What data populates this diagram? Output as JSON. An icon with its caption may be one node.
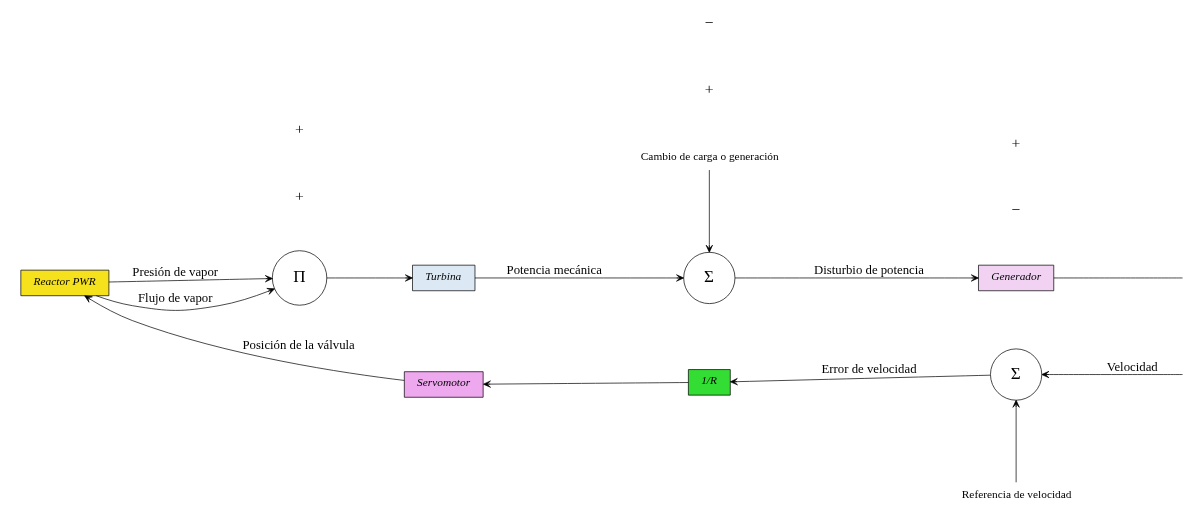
{
  "diagram": {
    "nodes": [
      {
        "text": [
          "Π"
        ]
      },
      {
        "text": [
          "Turbina"
        ]
      },
      {
        "text": [
          "Σ"
        ]
      },
      {
        "text": [
          "Generador"
        ]
      },
      {
        "text": [
          "Reactor PWR"
        ]
      },
      {
        "text": [
          "Servomotor"
        ]
      },
      {
        "text": [
          "1/R"
        ]
      },
      {
        "text": [
          "Σ"
        ]
      },
      {
        "text": [
          "Cambio de carga o generación"
        ]
      },
      {
        "text": [
          "Referencia de velocidad"
        ]
      }
    ],
    "edges": [
      {
        "from": 0,
        "to": 1,
        "arrow": "to"
      },
      {
        "from": 1,
        "to": 2,
        "arrow": "to",
        "label": "Potencia mecánica"
      },
      {
        "from": 2,
        "to": 3,
        "arrow": "to",
        "label": "Disturbio de potencia"
      },
      {
        "from": 3,
        "to": null,
        "arrow": "none"
      },
      {
        "from": 8,
        "to": 2,
        "arrow": "to"
      },
      {
        "from": null,
        "to": 7,
        "arrow": "to",
        "label": "Velocidad"
      },
      {
        "from": 9,
        "to": 7,
        "arrow": "to"
      },
      {
        "from": 7,
        "to": 6,
        "arrow": "to",
        "label": "Error de velocidad"
      },
      {
        "from": 6,
        "to": 5,
        "arrow": "to"
      },
      {
        "from": 5,
        "to": 4,
        "arrow": "to",
        "label": "Posición de la válvula"
      },
      {
        "from": 4,
        "to": 0,
        "arrow": "to",
        "label": "Presión de vapor"
      },
      {
        "from": 4,
        "to": 0,
        "arrow": "to",
        "label": "Flujo de vapor"
      }
    ],
    "labels": [
      "+",
      "+",
      "+",
      "−",
      "−",
      "+"
    ]
  }
}
